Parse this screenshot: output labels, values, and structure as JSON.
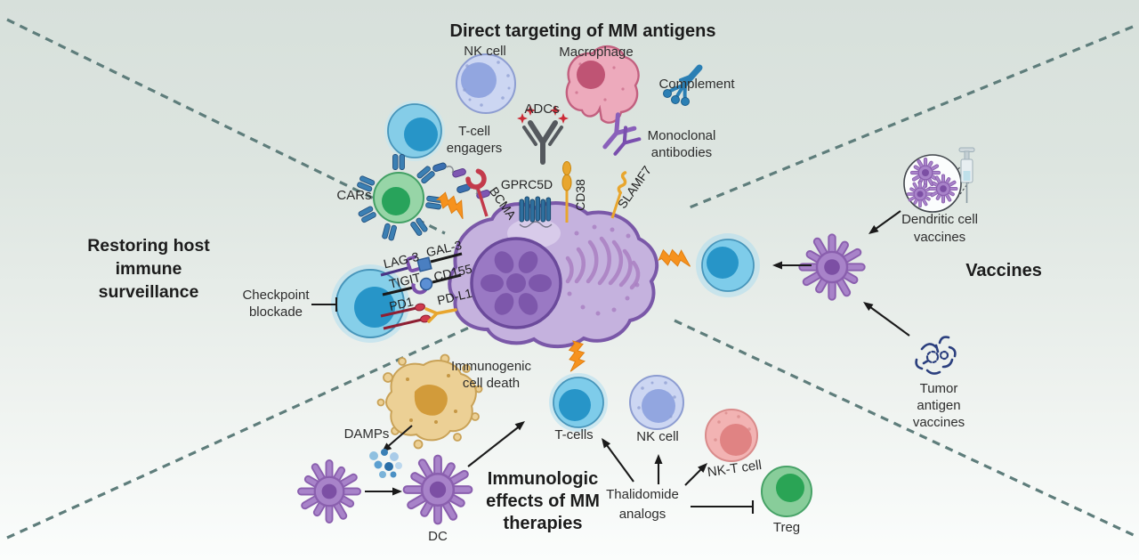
{
  "sections": {
    "top_title": "Direct targeting of MM antigens",
    "left_title_lines": [
      "Restoring host",
      "immune",
      "surveillance"
    ],
    "right_title": "Vaccines",
    "bottom_title_lines": [
      "Immunologic",
      "effects of MM",
      "therapies"
    ]
  },
  "top": {
    "nk_cell": "NK cell",
    "macrophage": "Macrophage",
    "complement": "Complement",
    "adcs": "ADCs",
    "tcell_engagers_lines": [
      "T-cell",
      "engagers"
    ],
    "monoclonal_lines": [
      "Monoclonal",
      "antibodies"
    ],
    "cars": "CARs"
  },
  "antigens": {
    "bcma": "BCMA",
    "gprc5d": "GPRC5D",
    "cd38": "CD38",
    "slamf7": "SLAMF7"
  },
  "checkpoint": {
    "blockade_lines": [
      "Checkpoint",
      "blockade"
    ],
    "lag3": "LAG-3",
    "gal3": "GAL-3",
    "tigit": "TIGIT",
    "cd155": "CD155",
    "pd1": "PD1",
    "pdl1": "PD-L1"
  },
  "vaccines": {
    "dendritic_lines": [
      "Dendritic cell",
      "vaccines"
    ],
    "tumor_lines": [
      "Tumor",
      "antigen",
      "vaccines"
    ]
  },
  "bottom": {
    "icd_lines": [
      "Immunogenic",
      "cell death"
    ],
    "damps": "DAMPs",
    "dc": "DC",
    "tcells": "T-cells",
    "nk_cell": "NK cell",
    "nkt_cell": "NK-T cell",
    "treg": "Treg",
    "thalidomide_lines": [
      "Thalidomide",
      "analogs"
    ]
  },
  "colors": {
    "background_top": "#d9e2dd",
    "background_bottom": "#fbfdfc",
    "dashed_line": "#5e7d7b",
    "mm_cell_body": "#c5b2de",
    "mm_cell_border": "#7a58a8",
    "mm_nucleus": "#9a79c4",
    "mm_nucleus_lobes": "#7d57ab",
    "t_cell": "#82cce9",
    "t_cell_nucleus": "#2795c8",
    "nk_cell": "#ccd6f2",
    "nk_nucleus": "#92a6e0",
    "macrophage": "#edaabc",
    "macrophage_nucleus": "#bf5474",
    "car_cell": "#97d5a7",
    "car_nucleus": "#28a35b",
    "car_receptor": "#3b7fb3",
    "complement": "#2b7fb4",
    "adc": "#55595e",
    "adc_star": "#cc2a36",
    "antibody_purple": "#8a60ba",
    "lightning": "#f6921e",
    "dying_cell": "#ecd095",
    "dying_core": "#cf9530",
    "dendritic_cell": "#a883c9",
    "dendritic_nucleus": "#7c4fa4",
    "nkt_cell": "#f2b3b3",
    "nkt_nucleus": "#e08383",
    "treg_cell": "#88cd9a",
    "treg_nucleus": "#2aa455",
    "damps": "#4a90c4",
    "bcma": "#c33a4b",
    "gprc5d": "#2e6f9e",
    "cd38_slamf7": "#e8a62e",
    "lag3": "#4a3585",
    "gal3": "#4a7fc1",
    "tigit": "#7b50ab",
    "cd155": "#5b8fd4",
    "pd1": "#8e1f33",
    "pdl1": "#e8a62e",
    "tumor_antigen": "#2b3f7e",
    "arrow": "#1a1a1a"
  }
}
